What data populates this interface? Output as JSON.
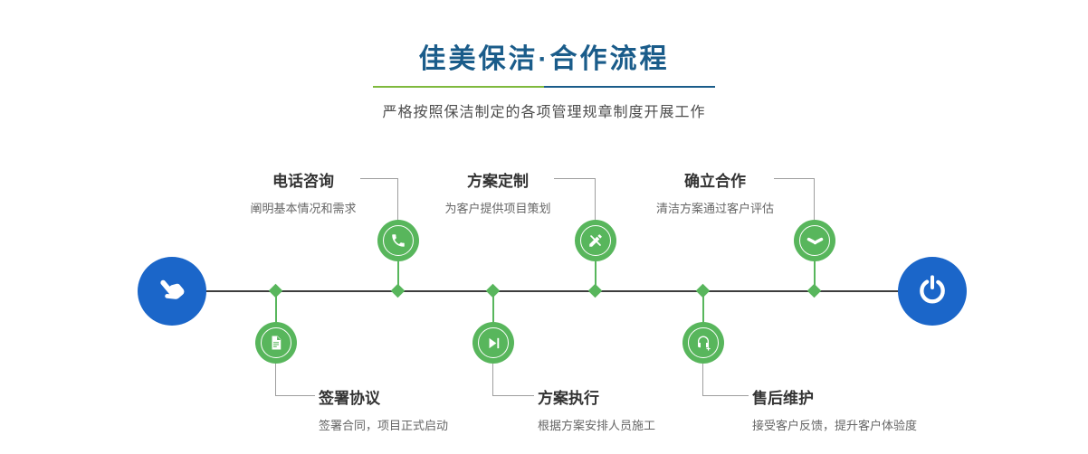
{
  "header": {
    "title": "佳美保洁·合作流程",
    "subtitle": "严格按照保洁制定的各项管理规章制度开展工作"
  },
  "steps_top": [
    {
      "title": "电话咨询",
      "desc": "阐明基本情况和需求",
      "icon": "phone-icon"
    },
    {
      "title": "方案定制",
      "desc": "为客户提供项目策划",
      "icon": "pencil-ruler-icon"
    },
    {
      "title": "确立合作",
      "desc": "清洁方案通过客户评估",
      "icon": "handshake-icon"
    }
  ],
  "steps_bottom": [
    {
      "title": "签署协议",
      "desc": "签署合同，项目正式启动",
      "icon": "contract-icon"
    },
    {
      "title": "方案执行",
      "desc": "根据方案安排人员施工",
      "icon": "play-icon"
    },
    {
      "title": "售后维护",
      "desc": "接受客户反馈，提升客户体验度",
      "icon": "customer-service-icon"
    }
  ],
  "endpoints": {
    "start_icon": "hand-pointer-icon",
    "end_icon": "power-icon"
  },
  "colors": {
    "accent_green": "#58b65c",
    "accent_blue": "#1b66c9",
    "title_blue": "#1a5c8a",
    "underline_green": "#7fb93d"
  }
}
